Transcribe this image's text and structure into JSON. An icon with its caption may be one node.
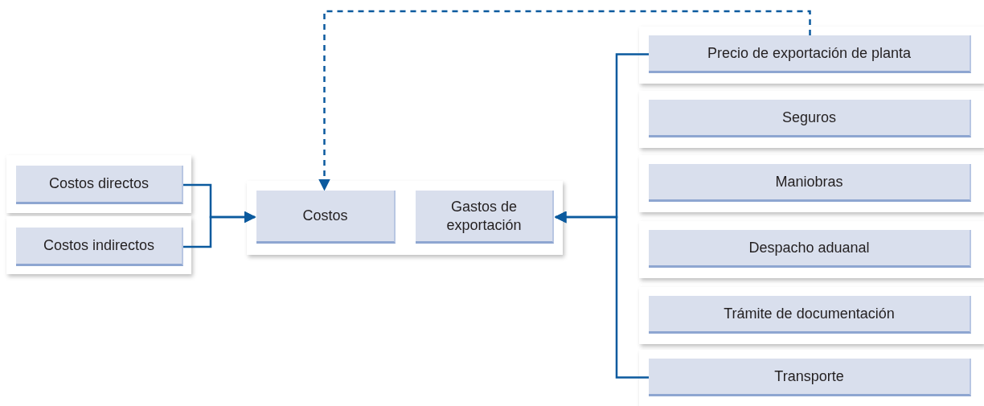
{
  "diagram": {
    "nodes": [
      {
        "text": [
          "Costos directos"
        ]
      },
      {
        "text": [
          "Costos indirectos"
        ]
      },
      {
        "text": [
          "Costos"
        ]
      },
      {
        "text": [
          "Gastos de exportación"
        ]
      },
      {
        "text": [
          "Precio de exportación de planta"
        ]
      },
      {
        "text": [
          "Seguros"
        ]
      },
      {
        "text": [
          "Maniobras"
        ]
      },
      {
        "text": [
          "Despacho aduanal"
        ]
      },
      {
        "text": [
          "Trámite de documentación"
        ]
      },
      {
        "text": [
          "Transporte"
        ]
      }
    ],
    "edges": [
      {
        "from": 0,
        "to": 2,
        "arrow": "to"
      },
      {
        "from": 1,
        "to": 2,
        "arrow": "to"
      },
      {
        "from": 4,
        "to": 3,
        "arrow": "to"
      },
      {
        "from": 9,
        "to": 3,
        "arrow": "to"
      },
      {
        "from": 4,
        "to": 2,
        "arrow": "to",
        "style": "dashed"
      }
    ]
  }
}
